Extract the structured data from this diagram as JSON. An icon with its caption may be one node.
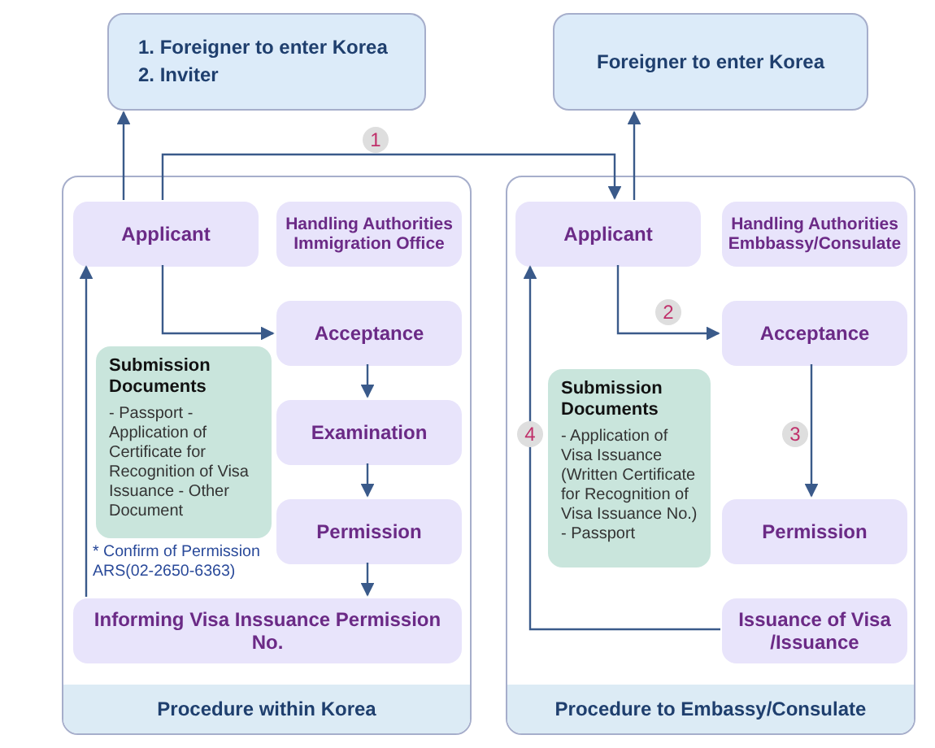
{
  "diagram": {
    "nodes": [
      {
        "text": [
          "1. Foreigner to enter Korea 2. Inviter"
        ]
      },
      {
        "text": [
          "Foreigner to enter Korea"
        ]
      },
      {
        "text": [
          "Procedure within Korea"
        ]
      },
      {
        "text": [
          "Applicant"
        ],
        "in": 2
      },
      {
        "text": [
          "Handling Authorities Immigration Office"
        ],
        "in": 2
      },
      {
        "text": [
          "Acceptance"
        ],
        "in": 2
      },
      {
        "text": [
          "Submission Documents",
          "- Passport - Application of Certificate for Recognition of Visa Issuance - Other Document"
        ],
        "in": 2
      },
      {
        "text": [
          "Examination"
        ],
        "in": 2
      },
      {
        "text": [
          "Permission"
        ],
        "in": 2
      },
      {
        "text": [
          "Informing Visa Inssuance Permission No."
        ],
        "in": 2
      },
      {
        "text": [
          "Procedure to Embassy/Consulate"
        ]
      },
      {
        "text": [
          "Applicant"
        ],
        "in": 10
      },
      {
        "text": [
          "Handling Authorities Embbassy/Consulate"
        ],
        "in": 10
      },
      {
        "text": [
          "Acceptance"
        ],
        "in": 10
      },
      {
        "text": [
          "Submission Documents",
          "- Application of Visa Issuance (Written Certificate for Recognition of Visa Issuance No.) - Passport"
        ],
        "in": 10
      },
      {
        "text": [
          "Permission"
        ],
        "in": 10
      },
      {
        "text": [
          "Issuance of Visa /Issuance"
        ],
        "in": 10
      }
    ],
    "edges": [
      {
        "from": 3,
        "to": 0,
        "arrow": "to"
      },
      {
        "from": 3,
        "to": 11,
        "arrow": "to",
        "label": "1"
      },
      {
        "from": 11,
        "to": 1,
        "arrow": "to"
      },
      {
        "from": 3,
        "to": 5,
        "arrow": "to"
      },
      {
        "from": 5,
        "to": 7,
        "arrow": "to"
      },
      {
        "from": 7,
        "to": 8,
        "arrow": "to"
      },
      {
        "from": 8,
        "to": 9,
        "arrow": "to"
      },
      {
        "from": 9,
        "to": 3,
        "arrow": "to"
      },
      {
        "from": 11,
        "to": 13,
        "arrow": "to",
        "label": "2"
      },
      {
        "from": 13,
        "to": 15,
        "arrow": "to",
        "label": "3"
      },
      {
        "from": 16,
        "to": 11,
        "arrow": "to",
        "label": "4"
      }
    ],
    "labels": [
      "* Confirm of Permission ARS(02-2650-6363)"
    ]
  }
}
